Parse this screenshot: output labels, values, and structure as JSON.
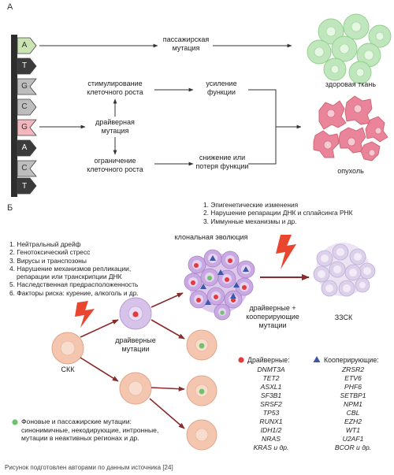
{
  "panel_a": {
    "label": "А",
    "dna_letters": [
      "A",
      "T",
      "G",
      "C",
      "G",
      "A",
      "C",
      "T"
    ],
    "passenger_mutation": "пассажирская мутация",
    "stimulation": "стимулирование клеточного роста",
    "driver_mutation": "драйверная мутация",
    "restriction": "ограничение клеточного роста",
    "enhancement": "усиление функции",
    "reduction": "снижение или потеря функции",
    "healthy_tissue": "здоровая ткань",
    "tumor": "опухоль"
  },
  "panel_b": {
    "label": "Б",
    "factors": [
      "1. Нейтральный дрейф",
      "2. Генотоксический стресс",
      "3. Вирусы и транспозоны",
      "4. Нарушение механизмов репликации,",
      "репарации или транскрипции ДНК",
      "5. Наследственная предрасположенность",
      "6. Факторы риска: курение, алкоголь и др."
    ],
    "epigenetic": [
      "1. Эпигенетические изменения",
      "2. Нарушение репарации ДНК и сплайсинга РНК",
      "3. Иммунные механизмы и др."
    ],
    "clonal_evolution": "клональная эволюция",
    "driver_cooperating": "драйверные + кооперирующие мутации",
    "zzsk": "ЗЗСК",
    "skk": "СКК",
    "driver_mutations": "драйверные мутации",
    "background": "Фоновые и пассажирские мутации: синонимичные, некодирующие, интронные, мутации в неактивных регионах и др.",
    "drivers_header": "Драйверные:",
    "drivers": [
      "DNMT3A",
      "TET2",
      "ASXL1",
      "SF3B1",
      "SRSF2",
      "TP53",
      "RUNX1",
      "IDH1/2",
      "NRAS",
      "KRAS и др."
    ],
    "coop_header": "Кооперирующие:",
    "coop": [
      "ZRSR2",
      "ETV6",
      "PHF6",
      "SETBP1",
      "NPM1",
      "CBL",
      "EZH2",
      "WT1",
      "U2AF1",
      "BCOR и др."
    ]
  },
  "caption": "Рисунок подготовлен авторами по данным источника [24]",
  "colors": {
    "arrow_red": "#8b2a2a",
    "driver_dot": "#e23b3b",
    "coop_triangle": "#3e57a8",
    "background_dot": "#6cc36a",
    "lightning": "#e8462f",
    "healthy_green": "#bfe6bc",
    "tumor_pink": "#e9849a"
  }
}
